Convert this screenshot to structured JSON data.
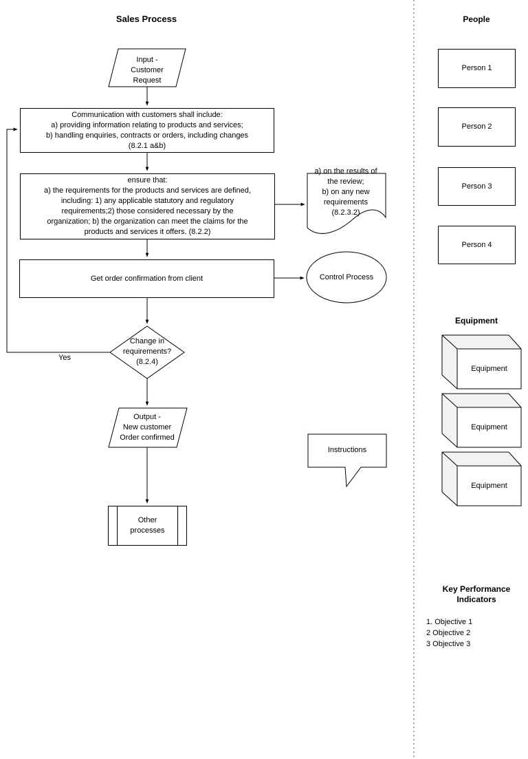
{
  "diagram": {
    "title": "Sales Process",
    "nodes": {
      "input": "Input -\nCustomer\nRequest",
      "communication": "Communication with customers shall include:\na) providing information relating to products and services;\nb) handling enquiries, contracts or orders, including changes\n(8.2.1 a&b)",
      "ensure": "ensure that:\na) the requirements for the products and services are defined,\nincluding: 1) any applicable statutory and regulatory\nrequirements;2) those considered necessary by the\norganization; b) the organization can meet the claims for the\nproducts and services it offers. (8.2.2)",
      "review_note": "a) on the results of\nthe review;\nb) on any new\nrequirements\n(8.2.3.2)",
      "order_confirmation": "Get order confirmation from client",
      "control_process": "Control Process",
      "decision": "Change in\nrequirements?\n(8.2.4)",
      "yes_label": "Yes",
      "output": "Output -\nNew customer\nOrder confirmed",
      "instructions": "Instructions",
      "other_processes": "Other\nprocesses"
    }
  },
  "people": {
    "title": "People",
    "items": [
      "Person 1",
      "Person 2",
      "Person 3",
      "Person 4"
    ]
  },
  "equipment": {
    "title": "Equipment",
    "items": [
      "Equipment",
      "Equipment",
      "Equipment"
    ]
  },
  "kpi": {
    "title": "Key Performance\nIndicators",
    "items": [
      "1. Objective 1",
      "2 Objective 2",
      "3 Objective 3"
    ]
  },
  "colors": {
    "stroke": "#000000",
    "cube_shade": "#f2f2f2",
    "background": "#ffffff"
  }
}
